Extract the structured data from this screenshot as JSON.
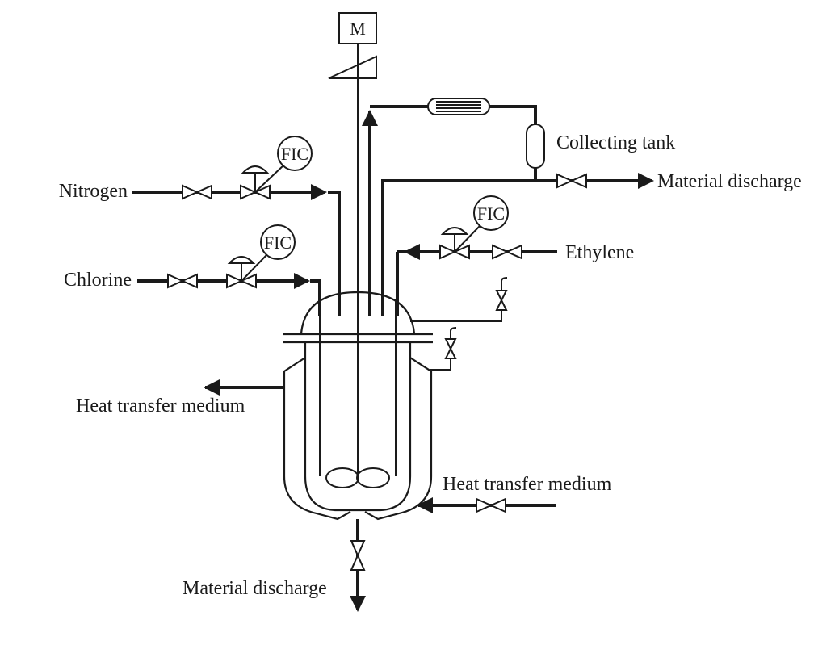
{
  "motor": {
    "label": "M"
  },
  "labels": {
    "nitrogen": "Nitrogen",
    "chlorine": "Chlorine",
    "ethylene": "Ethylene",
    "collecting_tank": "Collecting tank",
    "material_discharge_top": "Material discharge",
    "material_discharge_bottom": "Material discharge",
    "heat_medium_left": "Heat transfer medium",
    "heat_medium_right": "Heat transfer medium"
  },
  "controllers": {
    "fic_nitrogen": "FIC",
    "fic_chlorine": "FIC",
    "fic_ethylene": "FIC"
  }
}
